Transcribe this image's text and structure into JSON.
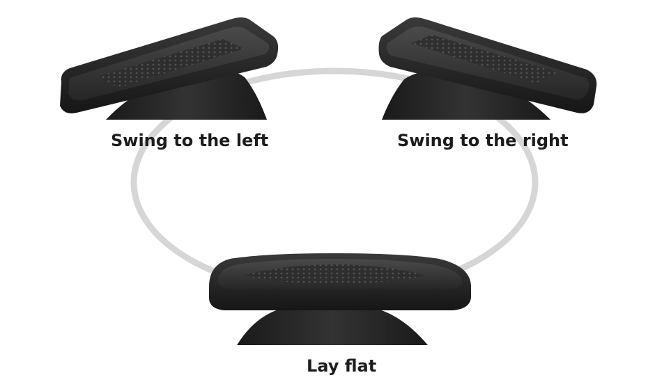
{
  "captions": {
    "left": "Swing to the left",
    "right": "Swing to the right",
    "flat": "Lay flat"
  },
  "colors": {
    "background": "#ffffff",
    "ring": "#d6d6d6",
    "footrest_body": "#2a2a2a",
    "footrest_top": "#333333",
    "text": "#1c1c1c"
  }
}
